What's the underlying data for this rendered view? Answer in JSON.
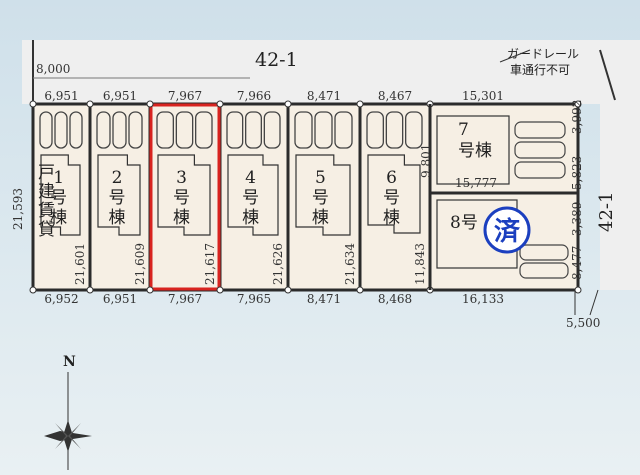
{
  "road_north": {
    "name": "42-1",
    "width": "8,000"
  },
  "road_east": {
    "name": "42-1",
    "width": "5,500"
  },
  "guardrail": {
    "line1": "ガードレール",
    "line2": "車通行不可"
  },
  "west_left_label": "戸建賃貸",
  "west_depth": "21,593",
  "lots": [
    {
      "id": "1",
      "char": "1",
      "front": "6,951",
      "rear": "6,952",
      "depth": "21,601"
    },
    {
      "id": "2",
      "char": "2",
      "front": "6,951",
      "rear": "6,951",
      "depth": "21,609"
    },
    {
      "id": "3",
      "char": "3",
      "front": "7,967",
      "rear": "7,967",
      "depth": "21,617",
      "highlight": true
    },
    {
      "id": "4",
      "char": "4",
      "front": "7,966",
      "rear": "7,965",
      "depth": "21,626"
    },
    {
      "id": "5",
      "char": "5",
      "front": "8,471",
      "rear": "8,471",
      "depth": "21,634"
    },
    {
      "id": "6",
      "char": "6",
      "front": "8,467",
      "rear": "8,468",
      "depth": "11,843"
    }
  ],
  "lot7": {
    "char": "7",
    "front": "15,301",
    "side": "9,801",
    "mid": "15,777",
    "right_side_top": "3,992",
    "right_side_mid": "5,823"
  },
  "lot8": {
    "char": "8",
    "rear": "16,133",
    "right_side_a": "3,389",
    "right_side_b": "8,477"
  },
  "suffix": "号",
  "suffix2": "棟",
  "sold_badge": "済",
  "north_label": "N",
  "colors": {
    "lot_fill": "#f6efe4",
    "road_fill": "#efefef",
    "outline": "#2b2b2b",
    "highlight": "#d8231f",
    "badge": "#1b3fbf"
  }
}
